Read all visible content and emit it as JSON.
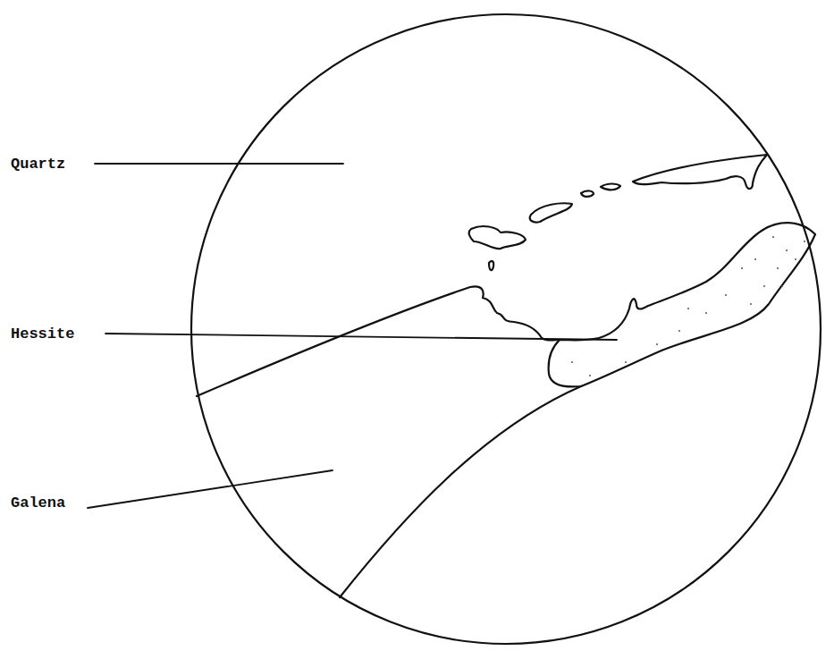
{
  "diagram": {
    "labels": [
      "Quartz",
      "Hessite",
      "Galena"
    ]
  }
}
